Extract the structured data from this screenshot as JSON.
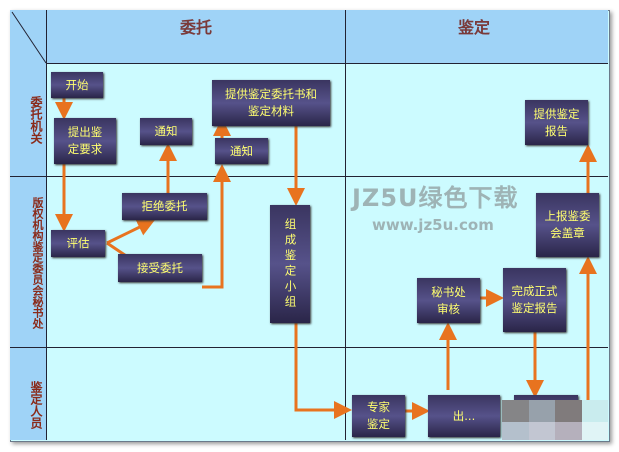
{
  "headers": [
    "委托",
    "鉴定"
  ],
  "lanes": [
    "委托机关",
    "版权机构鉴定委员会秘书处",
    "鉴定人员"
  ],
  "boxes": {
    "start": "开始",
    "request": "提出鉴定要求",
    "notify1": "通知",
    "provide": "提供鉴定委托书和鉴定材料",
    "notify2": "通知",
    "reject": "拒绝委托",
    "evaluate": "评估",
    "accept": "接受委托",
    "form_group": "组成鉴定小组",
    "expert": "专家鉴定",
    "issue": "出...",
    "review": "秘书处审核",
    "complete": "完成正式鉴定报告",
    "submit": "上报鉴委会盖章",
    "report": "提供鉴定报告"
  },
  "watermark": {
    "text": "JZ5U绿色下载",
    "url": "www.jz5u.com"
  },
  "colors": {
    "arrow": "#e8731f",
    "box_text": "#ffff70",
    "lane_bg": "#9fd3f7",
    "body_bg": "#ccfbff"
  }
}
